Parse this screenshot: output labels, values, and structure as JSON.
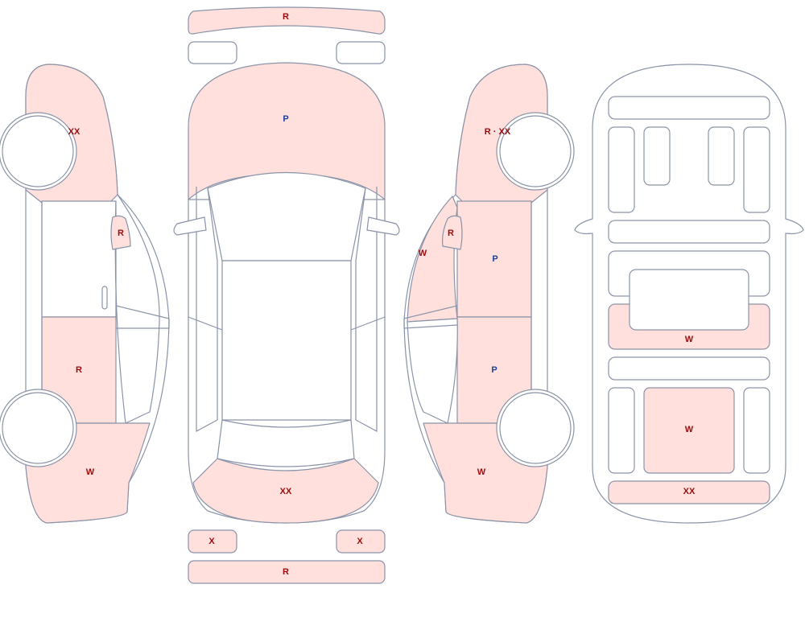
{
  "colors": {
    "damage_fill": "#ffe0dd",
    "outline": "#8a93a8",
    "code_red": "#9b0c0c",
    "code_blue": "#1a3f9e"
  },
  "front_bumper": {
    "code": "R"
  },
  "roof": {
    "code": "P"
  },
  "rear_glass_area": {
    "code": "XX"
  },
  "tail_light_left": {
    "code": "X"
  },
  "tail_light_right": {
    "code": "X"
  },
  "rear_bumper": {
    "code": "R"
  },
  "left_side": {
    "front_fender": {
      "code": "XX"
    },
    "mirror": {
      "code": "R"
    },
    "rear_door": {
      "code": "R"
    },
    "rear_quarter": {
      "code": "W"
    }
  },
  "right_side": {
    "front_fender": {
      "code": "R · XX"
    },
    "pillar": {
      "code": "W"
    },
    "mirror": {
      "code": "R"
    },
    "front_door": {
      "code": "P"
    },
    "rear_door": {
      "code": "P"
    },
    "rear_quarter": {
      "code": "W"
    }
  },
  "interior": {
    "console": {
      "code": "W"
    },
    "rear_seat": {
      "code": "W"
    },
    "trunk_floor": {
      "code": "XX"
    }
  }
}
